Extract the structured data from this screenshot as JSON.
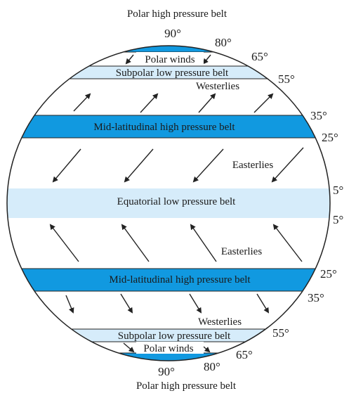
{
  "top_caption": "Polar high pressure belt",
  "bottom_caption": "Polar high pressure belt",
  "belts": {
    "polar_winds_top": "Polar winds",
    "subpolar_top": "Subpolar low pressure belt",
    "mid_lat_top": "Mid-latitudinal high pressure belt",
    "equatorial": "Equatorial low pressure belt",
    "mid_lat_bottom": "Mid-latitudinal high pressure belt",
    "subpolar_bottom": "Subpolar low pressure belt",
    "polar_winds_bottom": "Polar winds"
  },
  "winds": {
    "westerlies_top": "Westerlies",
    "easterlies_top": "Easterlies",
    "easterlies_bottom": "Easterlies",
    "westerlies_bottom": "Westerlies"
  },
  "latitudes": {
    "n90": "90°",
    "n80": "80°",
    "n65": "65°",
    "n55": "55°",
    "n35": "35°",
    "n25": "25°",
    "n5": "5°",
    "s5": "5°",
    "s25": "25°",
    "s35": "35°",
    "s55": "55°",
    "s65": "65°",
    "s80": "80°",
    "s90": "90°"
  },
  "colors": {
    "dark_belt": "#1199e0",
    "light_belt": "#d6ecfa",
    "outline": "#222222"
  }
}
